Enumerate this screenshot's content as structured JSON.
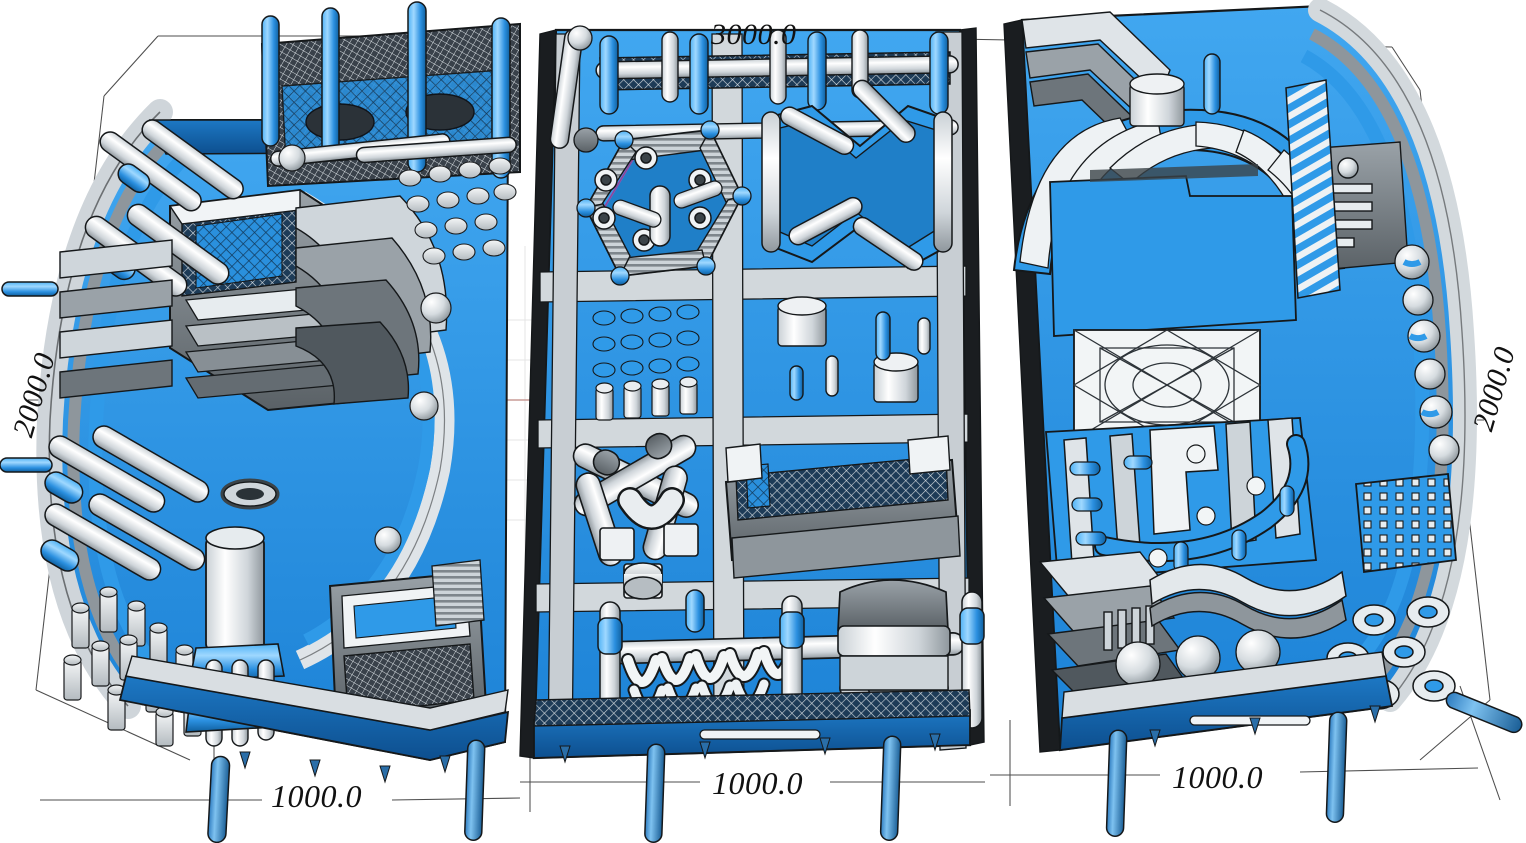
{
  "view": {
    "title": "Indoor Playground 3D Isometric CAD View",
    "background_color": "#ffffff",
    "projection": "isometric"
  },
  "palette": {
    "primary_blue": "#2196e8",
    "deep_blue": "#1565b0",
    "dark_blue": "#0d4f8f",
    "light_gray": "#e9ecee",
    "mid_gray": "#b9bfc4",
    "dark_gray": "#6b7277",
    "charcoal": "#3a4146",
    "outline": "#1a1a1a",
    "dim_line": "#555555",
    "grid_line": "#d8d8d8",
    "grid_axis_red": "#b04038",
    "white": "#ffffff"
  },
  "dimensions": {
    "top": {
      "label": "3000.0",
      "name": "overall-width"
    },
    "bottom_left": {
      "label": "1000.0",
      "name": "left-module-width"
    },
    "bottom_center": {
      "label": "1000.0",
      "name": "center-module-width"
    },
    "bottom_right": {
      "label": "1000.0",
      "name": "right-module-width"
    },
    "left_side": {
      "label": "2000.0",
      "name": "left-depth"
    },
    "right_side": {
      "label": "2000.0",
      "name": "right-depth"
    }
  },
  "modules": [
    {
      "id": "left",
      "name": "left-play-module",
      "features": [
        "curved-perimeter-rail",
        "climbing-net-tower",
        "stepped-terrace-platform",
        "roller-slide-bank",
        "ball-pit-arc",
        "pillar-forest",
        "trampoline-cage",
        "spiral-tube-slide",
        "cylinder-spinner"
      ]
    },
    {
      "id": "center",
      "name": "center-play-module",
      "features": [
        "hexagonal-trampoline-arena",
        "ring-target-panels",
        "chevron-climbing-wall",
        "peg-stepper-grid",
        "pipe-cross-maze",
        "net-bridge-pit",
        "coil-spring-rail",
        "drum-roller",
        "gantry-truss-roof"
      ]
    },
    {
      "id": "right",
      "name": "right-play-module",
      "features": [
        "arched-wave-tunnel",
        "geodesic-dome-net",
        "maze-walls",
        "curved-slide-chute",
        "ball-pool-spheres",
        "ring-target-wall",
        "perforated-climb-panel",
        "striped-column-bank",
        "corner-rounded-rail"
      ]
    }
  ],
  "support_legs": {
    "name": "floor-support-leg",
    "count": 6,
    "color": "#2f7fc4"
  }
}
